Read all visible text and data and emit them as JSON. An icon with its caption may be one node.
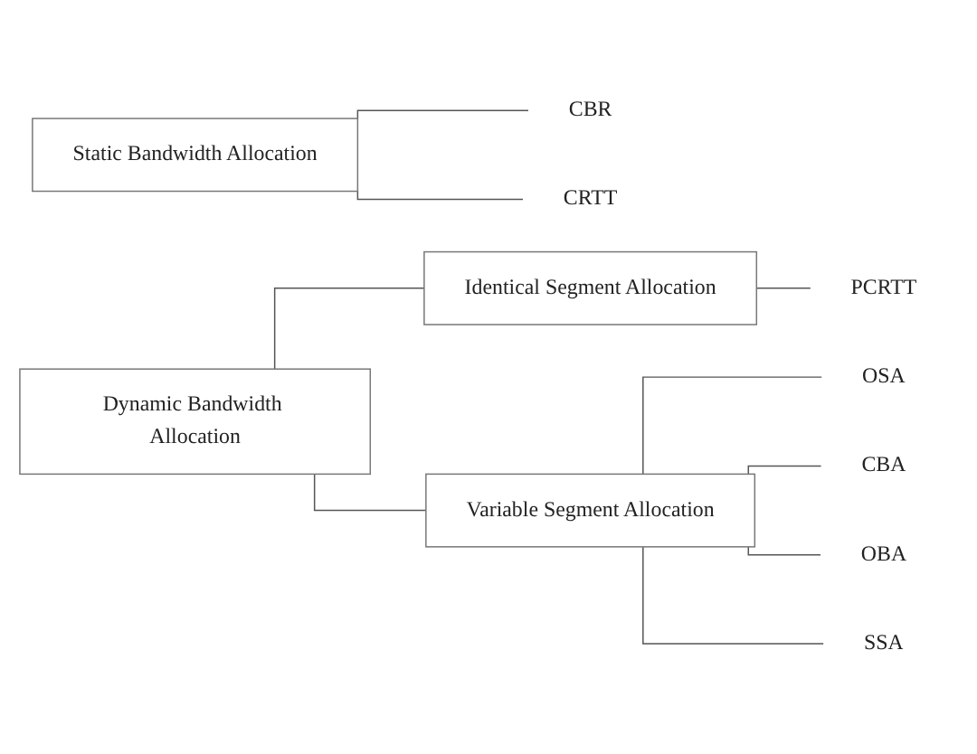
{
  "diagram": {
    "nodes": [
      {
        "text": [
          "Static Bandwidth Allocation"
        ]
      },
      {
        "text": [
          "CBR"
        ]
      },
      {
        "text": [
          "CRTT"
        ]
      },
      {
        "text": [
          "Dynamic Bandwidth Allocation"
        ]
      },
      {
        "text": [
          "Identical Segment Allocation"
        ]
      },
      {
        "text": [
          "PCRTT"
        ]
      },
      {
        "text": [
          "Variable Segment Allocation"
        ]
      },
      {
        "text": [
          "OSA"
        ]
      },
      {
        "text": [
          "CBA"
        ]
      },
      {
        "text": [
          "OBA"
        ]
      },
      {
        "text": [
          "SSA"
        ]
      }
    ],
    "edges": [
      {
        "from": 0,
        "to": 1,
        "arrow": "none"
      },
      {
        "from": 0,
        "to": 2,
        "arrow": "none"
      },
      {
        "from": 3,
        "to": 4,
        "arrow": "none"
      },
      {
        "from": 3,
        "to": 6,
        "arrow": "none"
      },
      {
        "from": 4,
        "to": 5,
        "arrow": "none"
      },
      {
        "from": 6,
        "to": 7,
        "arrow": "none"
      },
      {
        "from": 6,
        "to": 8,
        "arrow": "none"
      },
      {
        "from": 6,
        "to": 9,
        "arrow": "none"
      },
      {
        "from": 6,
        "to": 10,
        "arrow": "none"
      }
    ]
  }
}
